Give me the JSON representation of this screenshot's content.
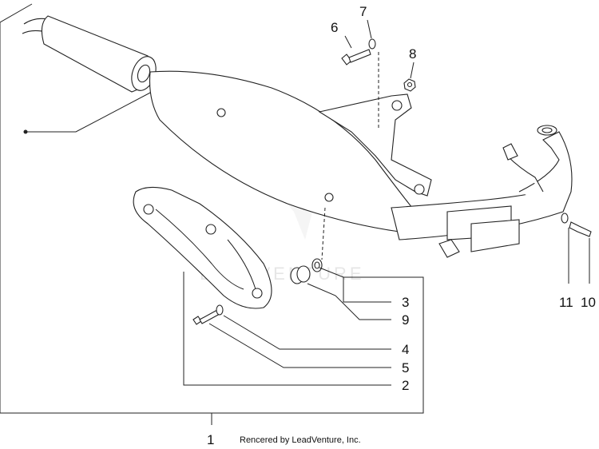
{
  "diagram": {
    "callouts": [
      {
        "id": "1",
        "label": "1"
      },
      {
        "id": "2",
        "label": "2"
      },
      {
        "id": "3",
        "label": "3"
      },
      {
        "id": "4",
        "label": "4"
      },
      {
        "id": "5",
        "label": "5"
      },
      {
        "id": "6",
        "label": "6"
      },
      {
        "id": "7",
        "label": "7"
      },
      {
        "id": "8",
        "label": "8"
      },
      {
        "id": "9",
        "label": "9"
      },
      {
        "id": "10",
        "label": "10"
      },
      {
        "id": "11",
        "label": "11"
      }
    ],
    "credit": "Rencered by LeadVenture, Inc.",
    "watermark": "LEADVENTURE"
  }
}
